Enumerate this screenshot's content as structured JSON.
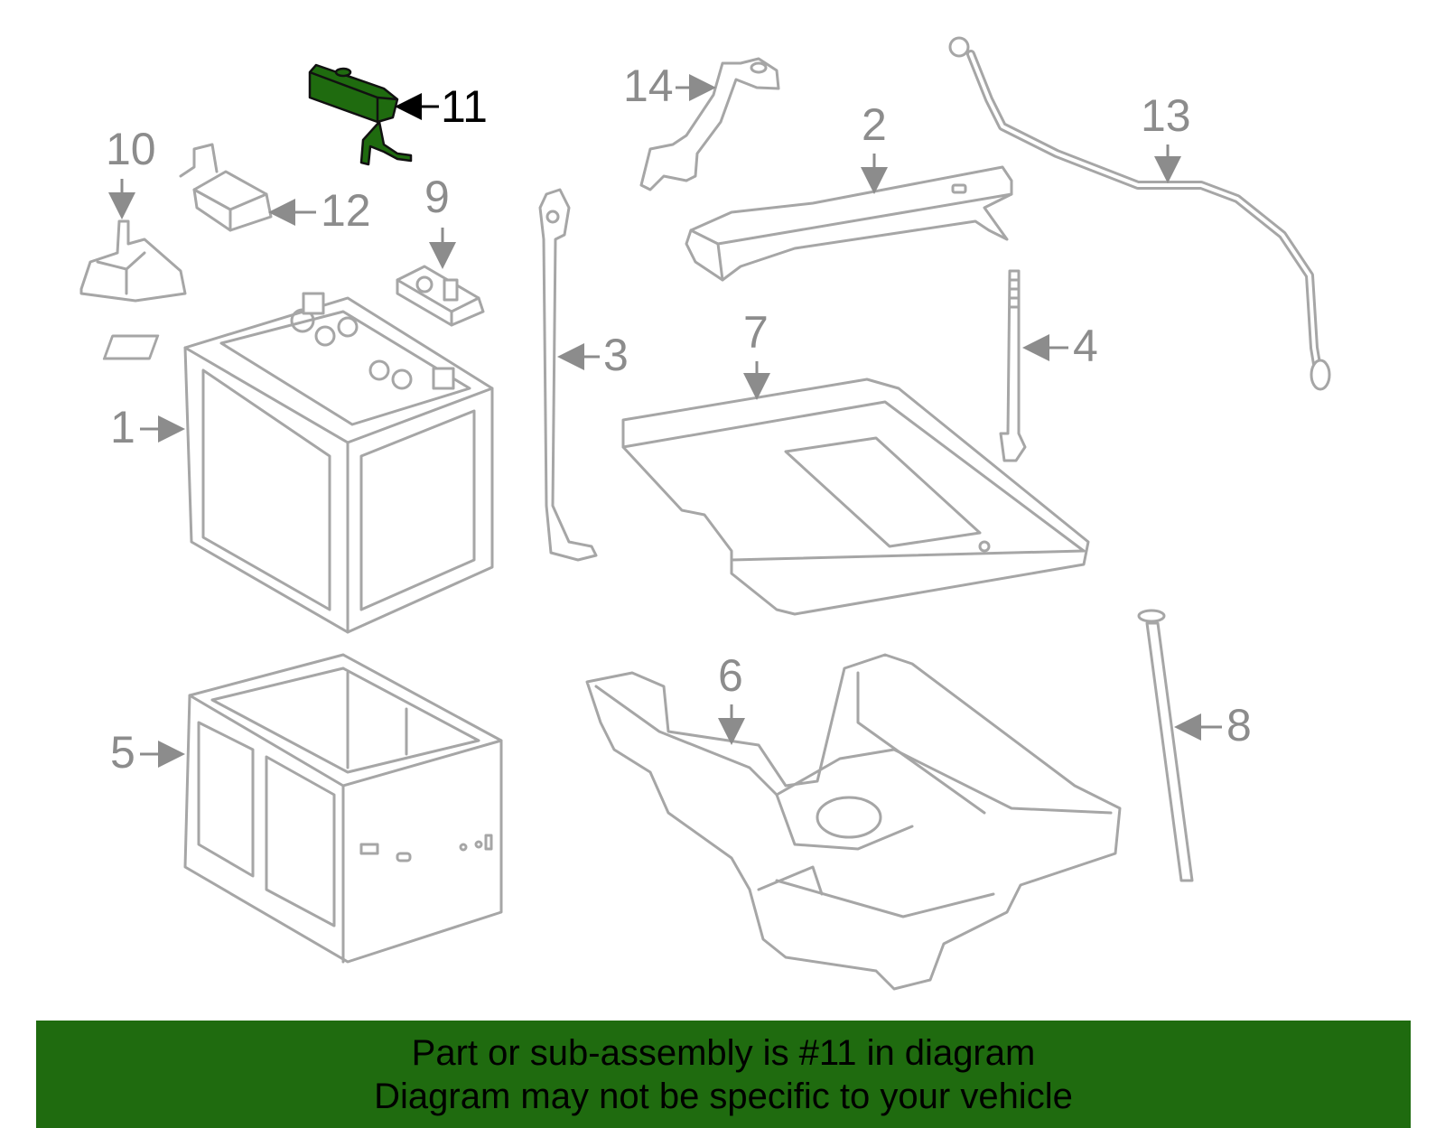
{
  "diagram": {
    "highlight_color": "#1f6b0f",
    "line_color": "#a6a6a6",
    "callouts": {
      "c1": "1",
      "c2": "2",
      "c3": "3",
      "c4": "4",
      "c5": "5",
      "c6": "6",
      "c7": "7",
      "c8": "8",
      "c9": "9",
      "c10": "10",
      "c11": "11",
      "c12": "12",
      "c13": "13",
      "c14": "14"
    },
    "highlighted_part": "11"
  },
  "banner": {
    "line1": "Part or sub-assembly is #11 in diagram",
    "line2": "Diagram may not be specific to your vehicle",
    "background": "#1f6b0f"
  }
}
